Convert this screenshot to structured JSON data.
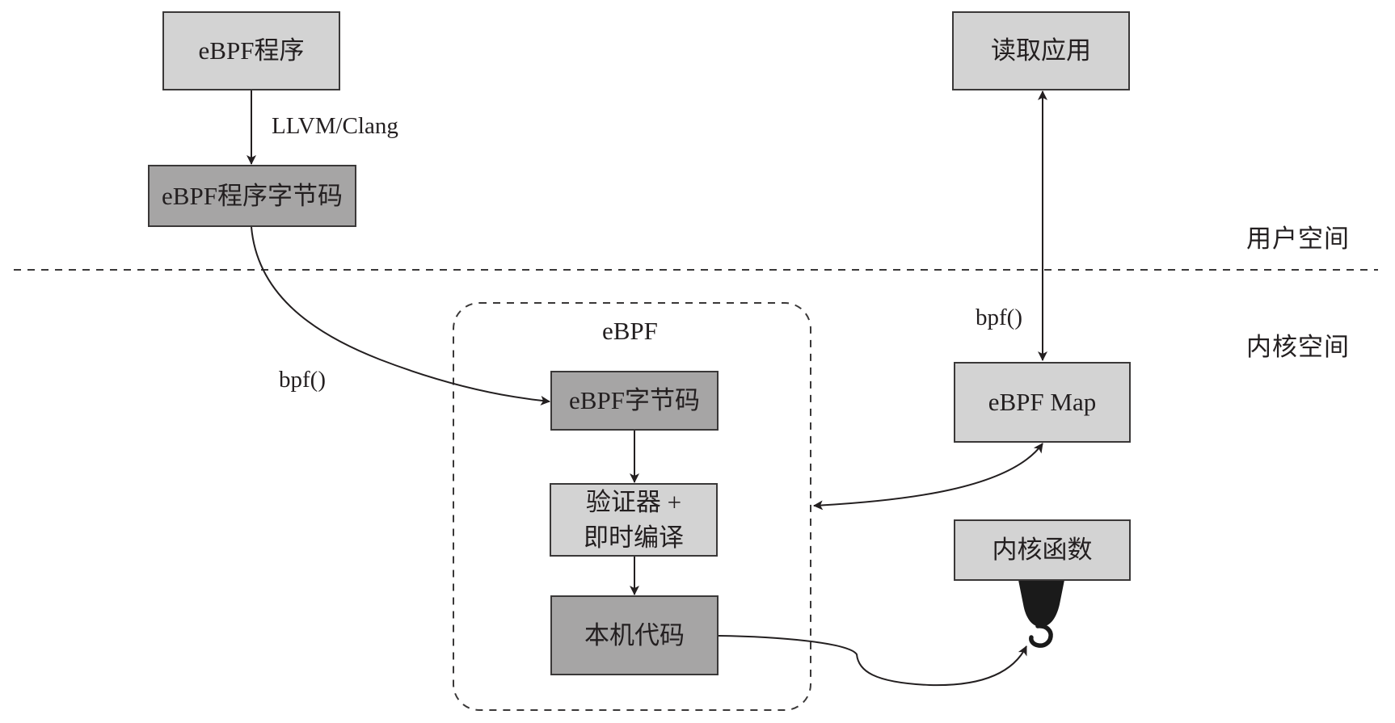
{
  "diagram": {
    "zones": {
      "user_space": "用户空间",
      "kernel_space": "内核空间"
    },
    "nodes": {
      "ebpf_program": "eBPF程序",
      "ebpf_program_bytecode": "eBPF程序字节码",
      "read_app": "读取应用",
      "ebpf_group_title": "eBPF",
      "ebpf_bytecode": "eBPF字节码",
      "verifier_jit_line1": "验证器 +",
      "verifier_jit_line2": "即时编译",
      "native_code": "本机代码",
      "ebpf_map": "eBPF Map",
      "kernel_function": "内核函数"
    },
    "edges": {
      "compile_label": "LLVM/Clang",
      "load_syscall_label": "bpf()",
      "map_syscall_label": "bpf()"
    },
    "icons": {
      "kernel_hook": "hook-icon"
    },
    "colors": {
      "light_box": "#d3d3d3",
      "dark_box": "#a6a5a5",
      "stroke": "#231f20"
    }
  }
}
